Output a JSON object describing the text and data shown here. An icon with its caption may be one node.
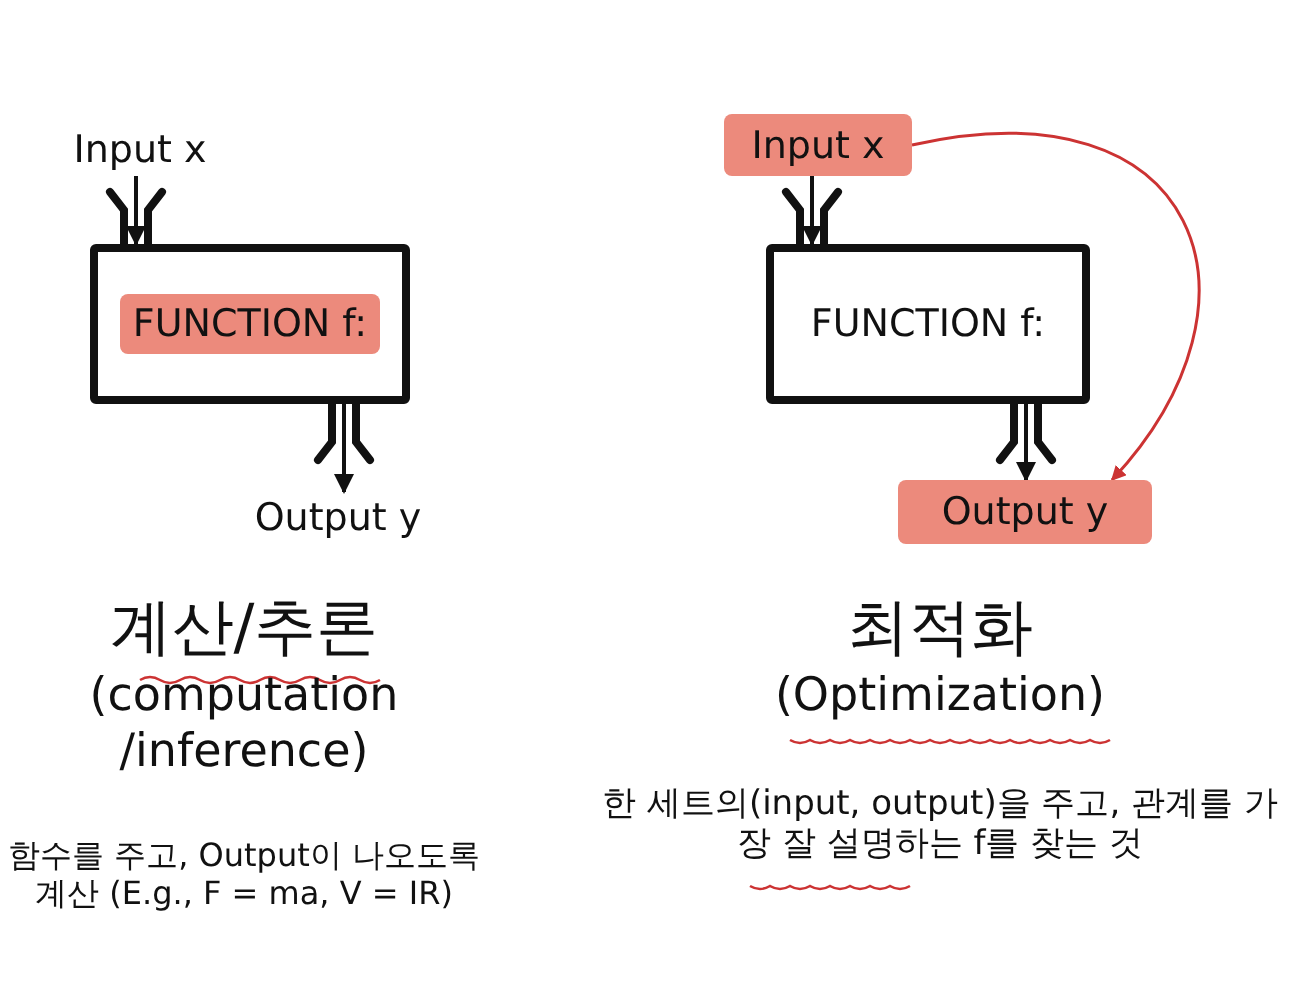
{
  "diagram": {
    "nodes": [
      {
        "text": [
          "Input x"
        ]
      },
      {
        "text": [
          "FUNCTION f:"
        ]
      },
      {
        "text": [
          "Output y"
        ]
      },
      {
        "text": [
          "Input x"
        ]
      },
      {
        "text": [
          "FUNCTION f:"
        ]
      },
      {
        "text": [
          "Output y"
        ]
      }
    ],
    "edges": [
      {
        "from": 0,
        "to": 1,
        "arrow": "to"
      },
      {
        "from": 1,
        "to": 2,
        "arrow": "to"
      },
      {
        "from": 3,
        "to": 4,
        "arrow": "to"
      },
      {
        "from": 4,
        "to": 5,
        "arrow": "to"
      },
      {
        "from": 3,
        "to": 5,
        "arrow": "to",
        "color": "#cc3333"
      }
    ],
    "labels": [
      "계산/추론",
      "(computation /inference)",
      "함수를 주고, Output이 나오도록 계산 (E.g., F = ma, V = IR)",
      "최적화",
      "(Optimization)",
      "한 세트의(input, output)을 주고, 관계를 가장 잘 설명하는 f를 찾는 것"
    ]
  }
}
